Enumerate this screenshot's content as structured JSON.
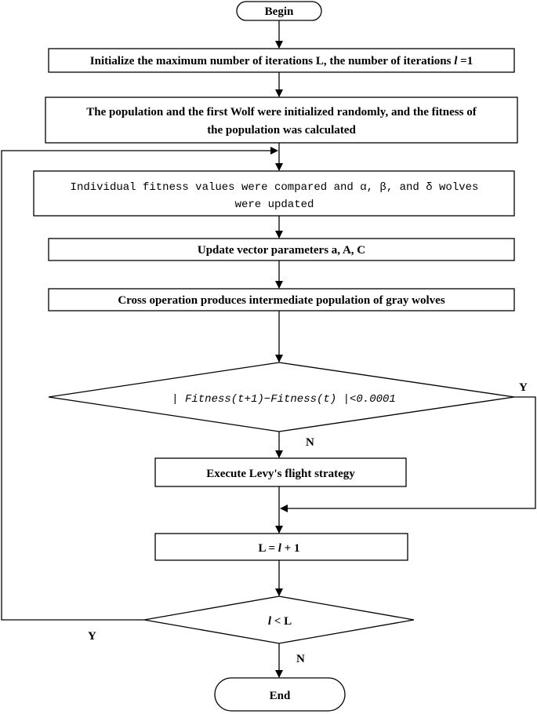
{
  "nodes": {
    "begin": "Begin",
    "init_iterations_a": "Initialize the maximum number of iterations L, the number of iterations ",
    "init_iterations_var": "l",
    "init_iterations_b": " =1",
    "init_population_line1": "The population and the first Wolf were initialized randomly, and the fitness of",
    "init_population_line2": "the population was calculated",
    "compare_line1": "Individual fitness values were compared and  α,  β, and  δ wolves",
    "compare_line2": "were updated",
    "update_params": "Update vector parameters a, A, C",
    "cross_operation": "Cross operation produces intermediate population of gray wolves",
    "fitness_check": "| Fitness(t+1)−Fitness(t) |<0.0001",
    "levy": "Execute Levy's flight strategy",
    "increment_a": "L = ",
    "increment_var": "l",
    "increment_b": " + 1",
    "loop_check_var": "l",
    "loop_check_b": " < L",
    "end": "End"
  },
  "edge_labels": {
    "fitness_yes": "Y",
    "fitness_no": "N",
    "loop_yes": "Y",
    "loop_no": "N"
  }
}
